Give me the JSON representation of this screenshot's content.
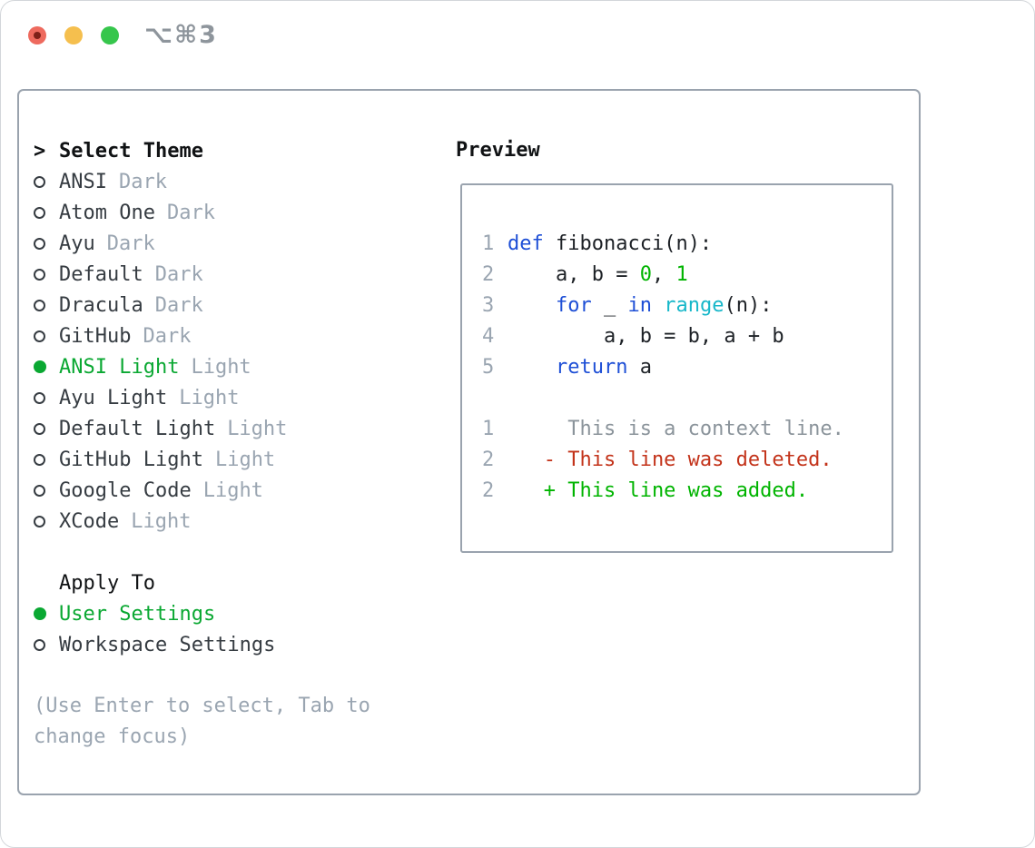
{
  "colors": {
    "kw": "#1e4fd6",
    "bi": "#17b7c9",
    "num": "#00b400",
    "fg": "#1d2126",
    "ctx": "#8b949b",
    "del": "#c3331a",
    "add": "#00b400",
    "sel": "#0aa832",
    "muted": "#9aa5b1",
    "item": "#363c42",
    "heading": "#101214",
    "border": "#9aa3ae",
    "title": "#8e959c",
    "trRed": "#ee6a5e",
    "trRedDot": "#7e2018",
    "trYellow": "#f5bf4e",
    "trGreen": "#36c64c"
  },
  "titlebar": {
    "title": "⌥⌘3"
  },
  "theme_section": {
    "prefix": ">",
    "heading": "Select Theme",
    "items": [
      {
        "name": "ANSI",
        "variant": "Dark",
        "selected": false
      },
      {
        "name": "Atom One",
        "variant": "Dark",
        "selected": false
      },
      {
        "name": "Ayu",
        "variant": "Dark",
        "selected": false
      },
      {
        "name": "Default",
        "variant": "Dark",
        "selected": false
      },
      {
        "name": "Dracula",
        "variant": "Dark",
        "selected": false
      },
      {
        "name": "GitHub",
        "variant": "Dark",
        "selected": false
      },
      {
        "name": "ANSI Light",
        "variant": "Light",
        "selected": true
      },
      {
        "name": "Ayu Light",
        "variant": "Light",
        "selected": false
      },
      {
        "name": "Default Light",
        "variant": "Light",
        "selected": false
      },
      {
        "name": "GitHub Light",
        "variant": "Light",
        "selected": false
      },
      {
        "name": "Google Code",
        "variant": "Light",
        "selected": false
      },
      {
        "name": "XCode",
        "variant": "Light",
        "selected": false
      }
    ]
  },
  "apply_section": {
    "heading": "Apply To",
    "items": [
      {
        "name": "User Settings",
        "selected": true
      },
      {
        "name": "Workspace Settings",
        "selected": false
      }
    ]
  },
  "hint": {
    "line1": "(Use Enter to select, Tab to",
    "line2": "change focus)"
  },
  "preview": {
    "heading": "Preview",
    "lines": [
      {
        "num": "1",
        "segments": [
          {
            "t": "def",
            "c": "kw"
          },
          {
            "t": " fibonacci(n):",
            "c": "fg"
          }
        ]
      },
      {
        "num": "2",
        "segments": [
          {
            "t": "    a, b = ",
            "c": "fg"
          },
          {
            "t": "0",
            "c": "num"
          },
          {
            "t": ", ",
            "c": "fg"
          },
          {
            "t": "1",
            "c": "num"
          }
        ]
      },
      {
        "num": "3",
        "segments": [
          {
            "t": "    ",
            "c": "fg"
          },
          {
            "t": "for",
            "c": "kw"
          },
          {
            "t": " _ ",
            "c": "fg"
          },
          {
            "t": "in",
            "c": "kw"
          },
          {
            "t": " ",
            "c": "fg"
          },
          {
            "t": "range",
            "c": "bi"
          },
          {
            "t": "(n):",
            "c": "fg"
          }
        ]
      },
      {
        "num": "4",
        "segments": [
          {
            "t": "        a, b = b, a + b",
            "c": "fg"
          }
        ]
      },
      {
        "num": "5",
        "segments": [
          {
            "t": "    ",
            "c": "fg"
          },
          {
            "t": "return",
            "c": "kw"
          },
          {
            "t": " a",
            "c": "fg"
          }
        ]
      },
      {
        "num": "",
        "segments": []
      },
      {
        "num": "1",
        "segments": [
          {
            "t": "     This is a context line.",
            "c": "ctx"
          }
        ]
      },
      {
        "num": "2",
        "segments": [
          {
            "t": "   - This line was deleted.",
            "c": "del"
          }
        ]
      },
      {
        "num": "2",
        "segments": [
          {
            "t": "   + This line was added.",
            "c": "add"
          }
        ]
      }
    ]
  }
}
